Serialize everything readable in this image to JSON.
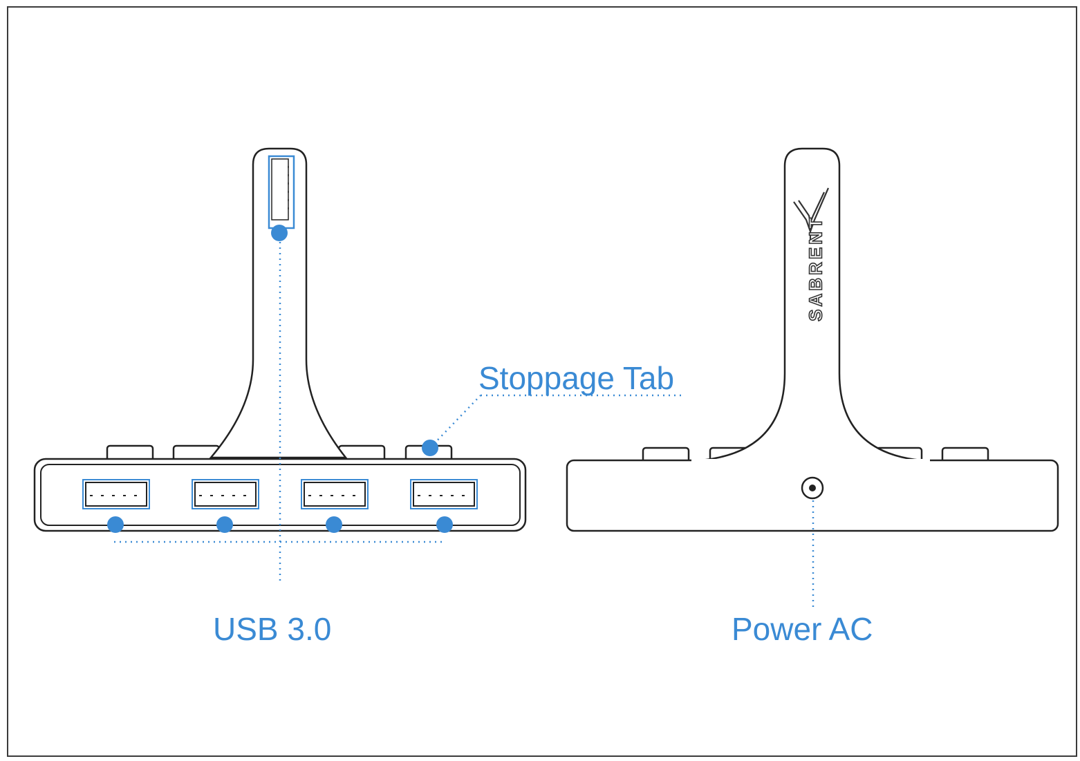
{
  "labels": {
    "stoppage_tab": "Stoppage Tab",
    "usb": "USB 3.0",
    "power": "Power AC"
  },
  "brand_text": "SABRENT",
  "colors": {
    "accent": "#3a8ad4",
    "outline": "#222222",
    "frame": "#3a3a3a",
    "background": "#ffffff"
  },
  "icons": {
    "brand_logo": "sabrent-logo-icon",
    "usb_port": "usb-port-icon",
    "power_jack": "power-jack-icon",
    "marker": "callout-dot-icon"
  }
}
